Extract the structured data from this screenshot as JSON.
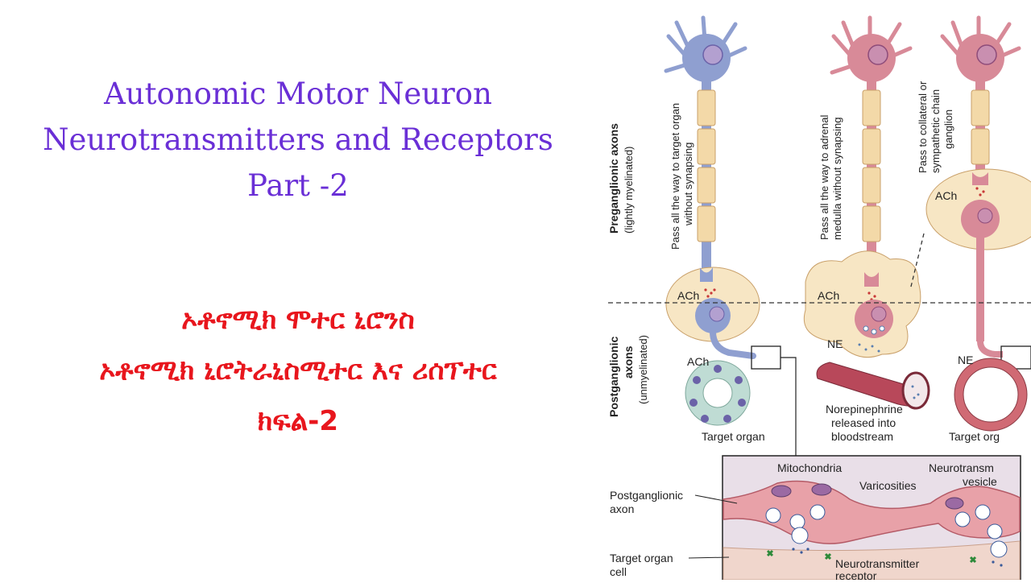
{
  "slide": {
    "title_lines": [
      "Autonomic Motor Neuron",
      "Neurotransmitters and Receptors",
      "Part -2"
    ],
    "amharic_lines": [
      "ኦቶኖሚክ ሞተር ኒሮንስ",
      "ኦቶኖሚክ ኒሮትራኒስሚተር እና ሪሰፕተር",
      "ክፍል-2"
    ]
  },
  "diagram": {
    "preganglionic_label": "Preganglionic axons",
    "preganglionic_sub": "(lightly myelinated)",
    "postganglionic_label_1": "Postganglionic",
    "postganglionic_label_2": "axons",
    "postganglionic_sub": "(unmyelinated)",
    "col1_text_1": "Pass all the way to target organ",
    "col1_text_2": "without synapsing",
    "col2_text_1": "Pass all the way to adrenal",
    "col2_text_2": "medulla without synapsing",
    "col3_text_1": "Pass to collateral or",
    "col3_text_2": "sympathetic chain",
    "col3_text_3": "ganglion",
    "ach": "ACh",
    "ne": "NE",
    "target_organ": "Target organ",
    "target_organ_cut": "Target org",
    "ne_release_1": "Norepinephrine",
    "ne_release_2": "released into",
    "ne_release_3": "bloodstream",
    "inset_mitochondria": "Mitochondria",
    "inset_varicosities": "Varicosities",
    "inset_neurotransmitter_1": "Neurotransm",
    "inset_neurotransmitter_2": "vesicle",
    "inset_post_axon_1": "Postganglionic",
    "inset_post_axon_2": "axon",
    "inset_target_cell_1": "Target organ",
    "inset_target_cell_2": "cell",
    "inset_receptor_1": "Neurotransmitter",
    "inset_receptor_2": "receptor",
    "colors": {
      "blue_neuron": "#8f9fd0",
      "pink_neuron": "#d88a98",
      "myelin": "#f3d9a8",
      "ganglion": "#f7e6c4",
      "target_cells": "#bfdcd4"
    }
  }
}
